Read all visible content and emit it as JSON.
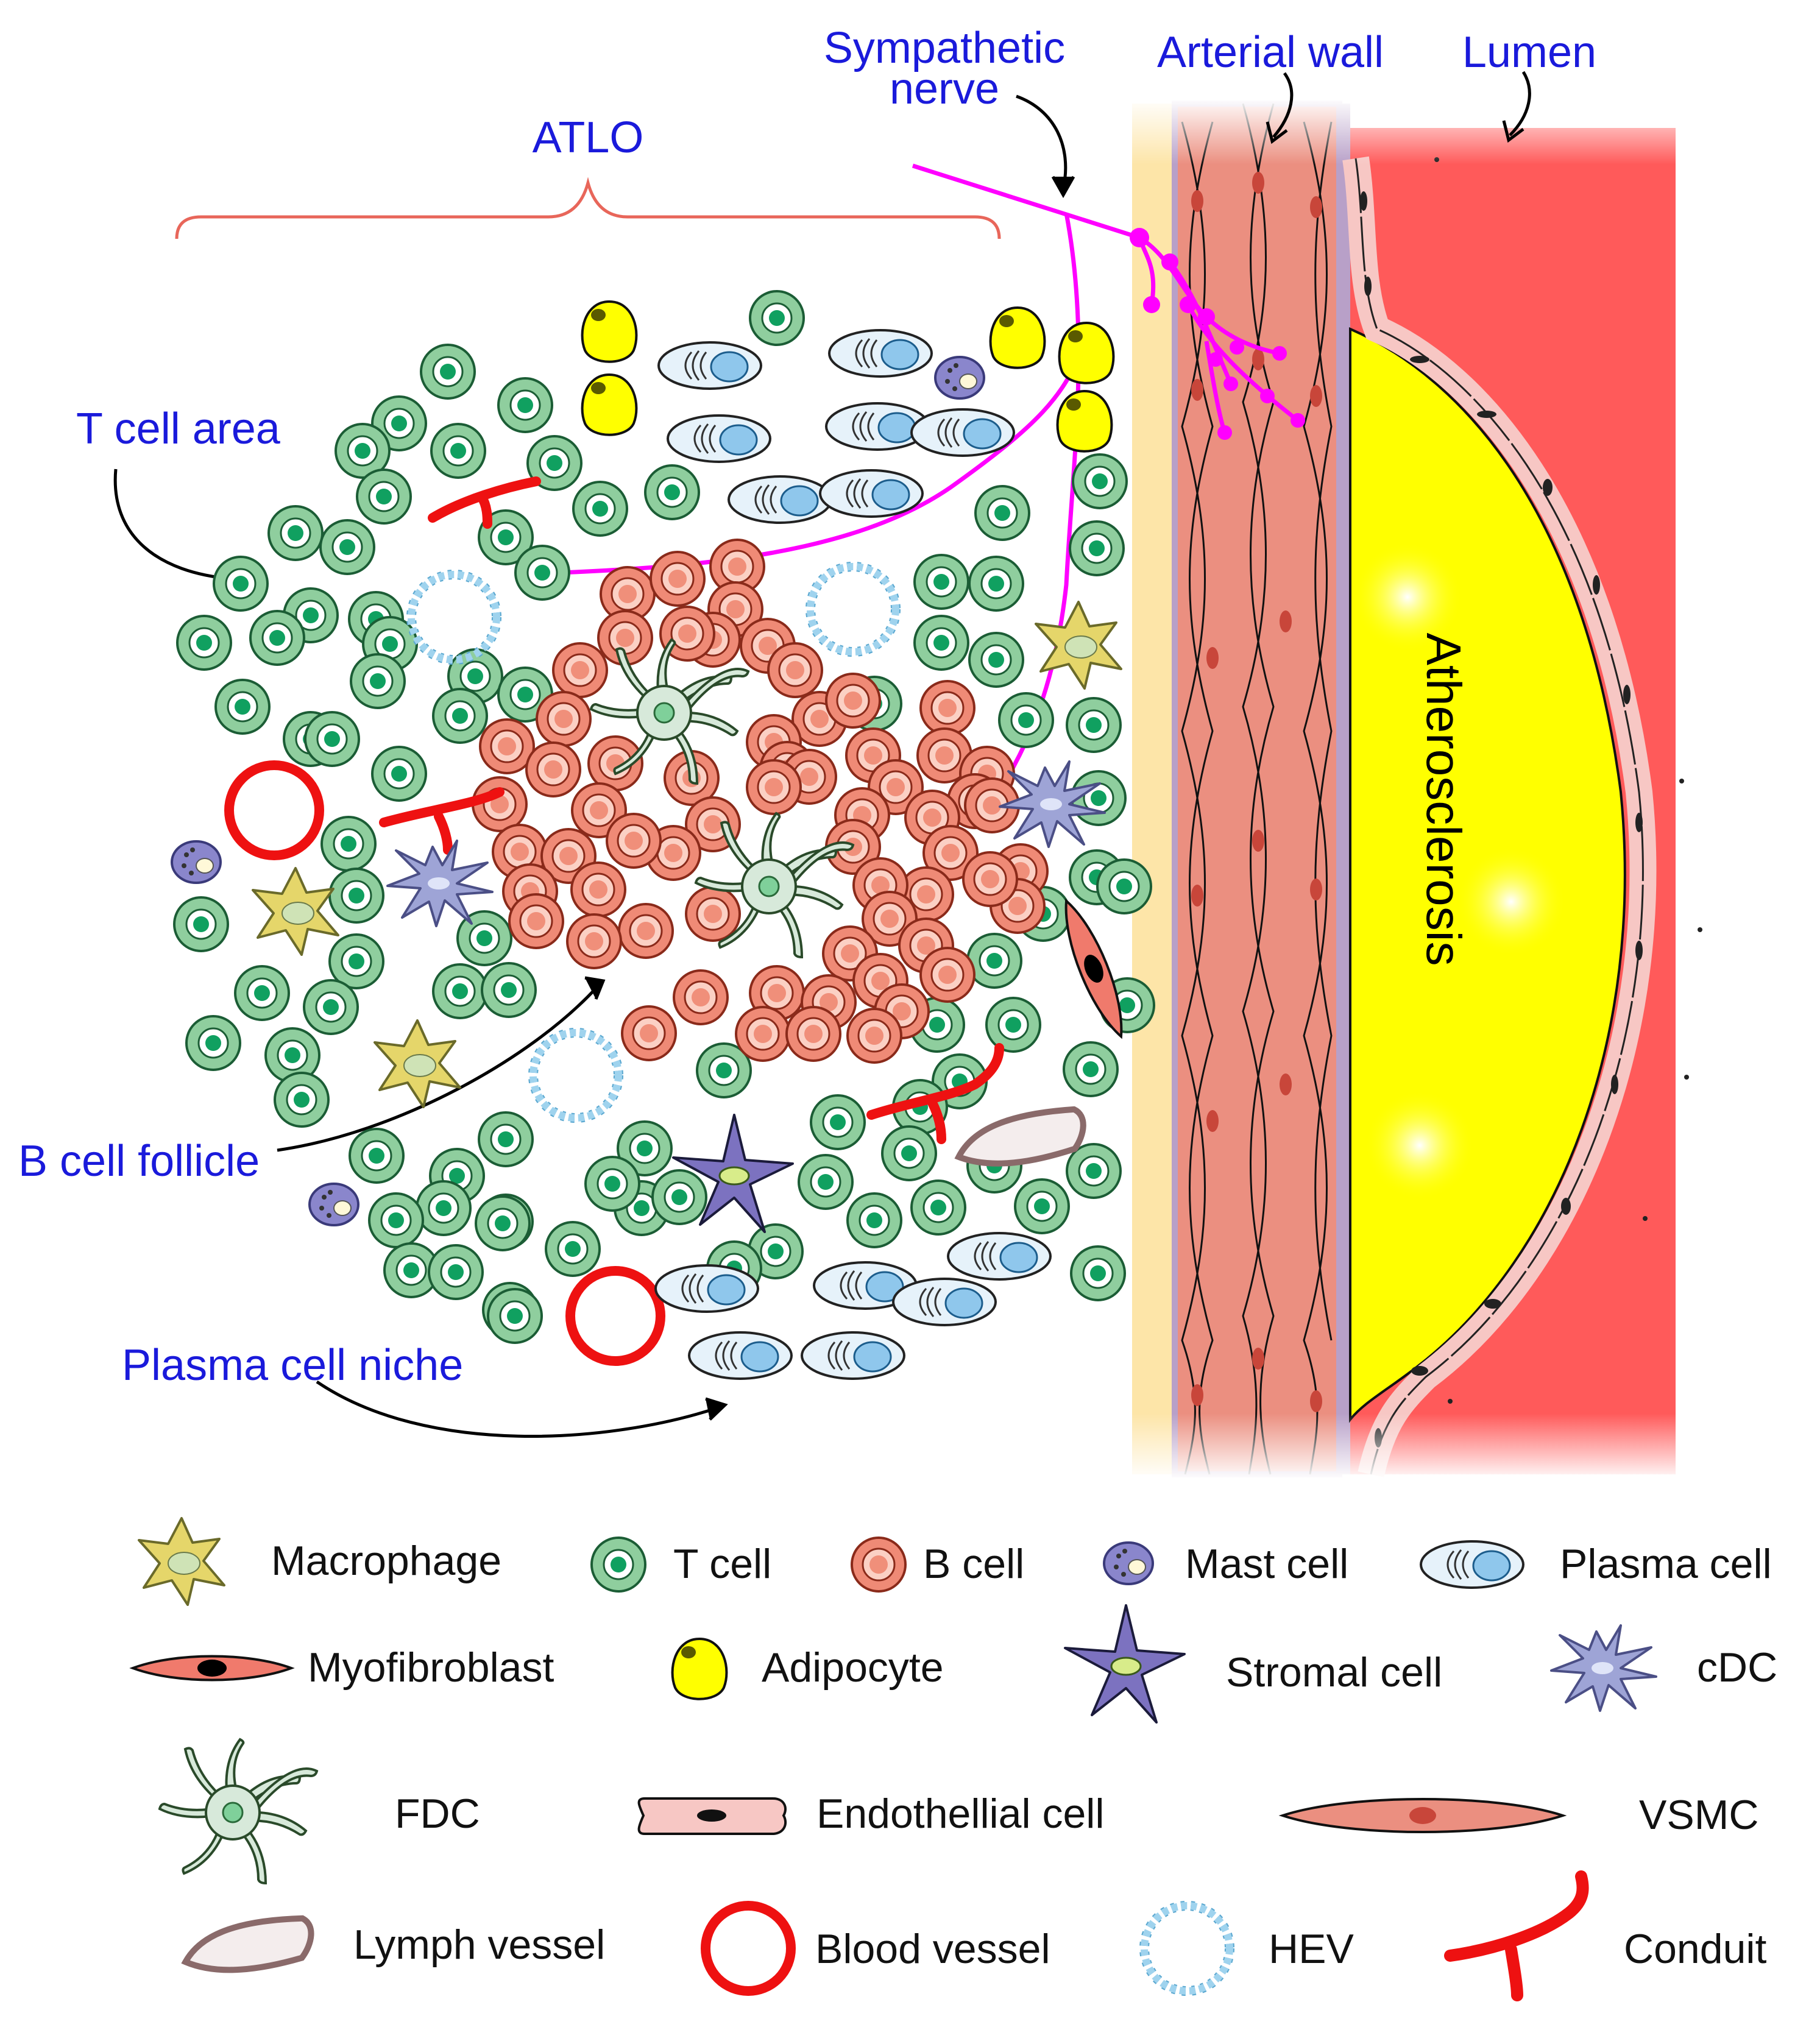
{
  "labels": {
    "atlo": "ATLO",
    "sympathetic_nerve_line1": "Sympathetic",
    "sympathetic_nerve_line2": "nerve",
    "arterial_wall": "Arterial wall",
    "lumen": "Lumen",
    "t_cell_area": "T cell area",
    "b_cell_follicle": "B cell follicle",
    "plasma_cell_niche": "Plasma cell niche",
    "atherosclerosis": "Atherosclerosis"
  },
  "legend": {
    "macrophage": "Macrophage",
    "t_cell": "T cell",
    "b_cell": "B cell",
    "mast_cell": "Mast cell",
    "plasma_cell": "Plasma cell",
    "myofibroblast": "Myofibroblast",
    "adipocyte": "Adipocyte",
    "stromal_cell": "Stromal cell",
    "cdc": "cDC",
    "fdc": "FDC",
    "endothelial_cell": "Endothellial cell",
    "vsmc": "VSMC",
    "lymph_vessel": "Lymph vessel",
    "blood_vessel": "Blood vessel",
    "hev": "HEV",
    "conduit": "Conduit"
  },
  "colors": {
    "label_blue": "#1a1adb",
    "nerve": "#ff00ff",
    "lumen": "#ff5a5a",
    "plaque": "#ffff00",
    "t_cell": "#8fce9e",
    "b_cell": "#ef8a76",
    "adventitia": "#fde5a8",
    "media": "#eb8f80",
    "conduit": "#ee1111"
  }
}
